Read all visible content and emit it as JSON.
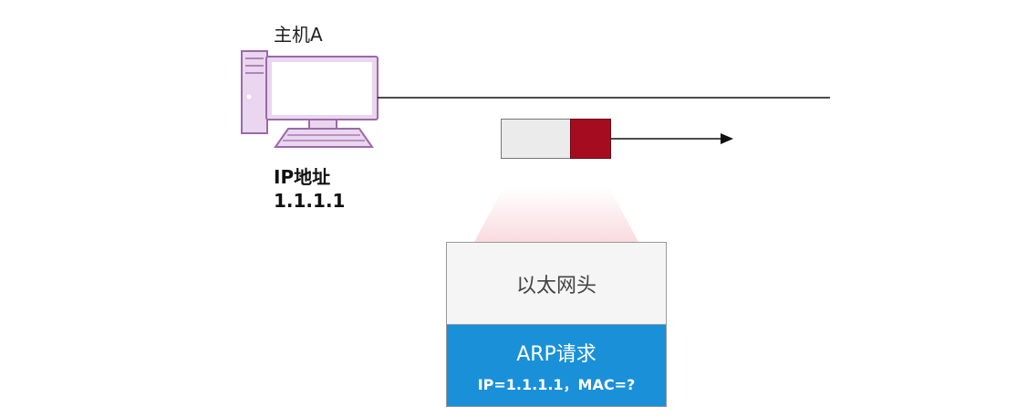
{
  "host": {
    "name": "主机A",
    "ip_label": "IP地址",
    "ip_value": "1.1.1.1",
    "icon": "computer-icon"
  },
  "packet": {
    "header_color": "#ebebeb",
    "payload_color": "#a50c20"
  },
  "frame": {
    "header_label": "以太网头",
    "arp_title": "ARP请求",
    "arp_detail": "IP=1.1.1.1，MAC=?",
    "arp_color": "#1a90d8"
  }
}
